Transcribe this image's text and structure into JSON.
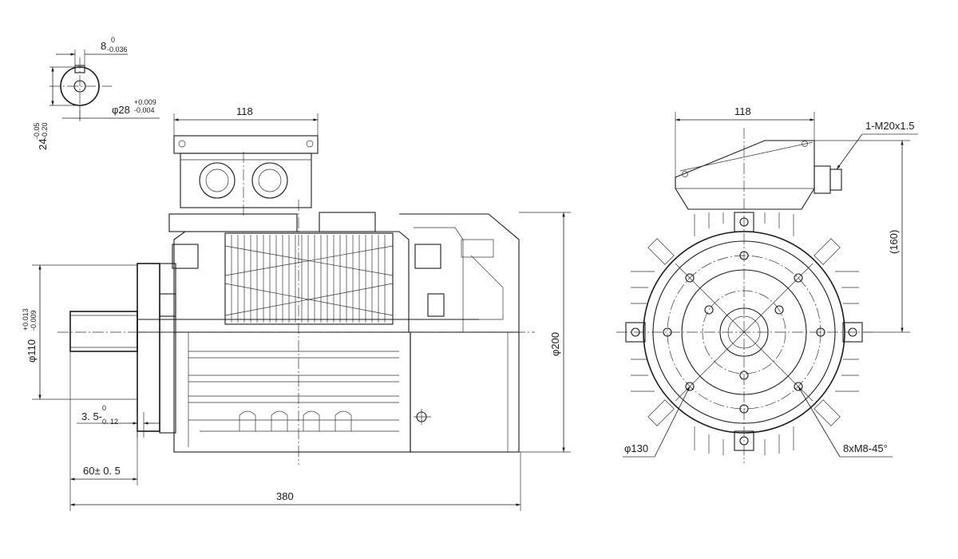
{
  "dimensions": {
    "key_width": "8",
    "key_width_upper": "0",
    "key_width_lower": "-0.036",
    "key_height": "24",
    "key_height_upper": "-0.05",
    "key_height_lower": "-0.20",
    "shaft_dia": "φ28",
    "shaft_dia_upper": "+0.009",
    "shaft_dia_lower": "-0.004",
    "box_width_side": "118",
    "box_width_front": "118",
    "spigot_dia": "φ110",
    "spigot_upper": "+0.013",
    "spigot_lower": "-0.009",
    "flange_step": "3. 5-",
    "flange_step_upper": "0",
    "flange_step_lower": "0. 12",
    "shaft_len": "60± 0. 5",
    "overall_len": "380",
    "frame_dia": "φ200",
    "pcd": "φ130",
    "height_box": "(160)",
    "cable_gland": "1-M20x1.5",
    "bolts": "8xM8-45°"
  }
}
